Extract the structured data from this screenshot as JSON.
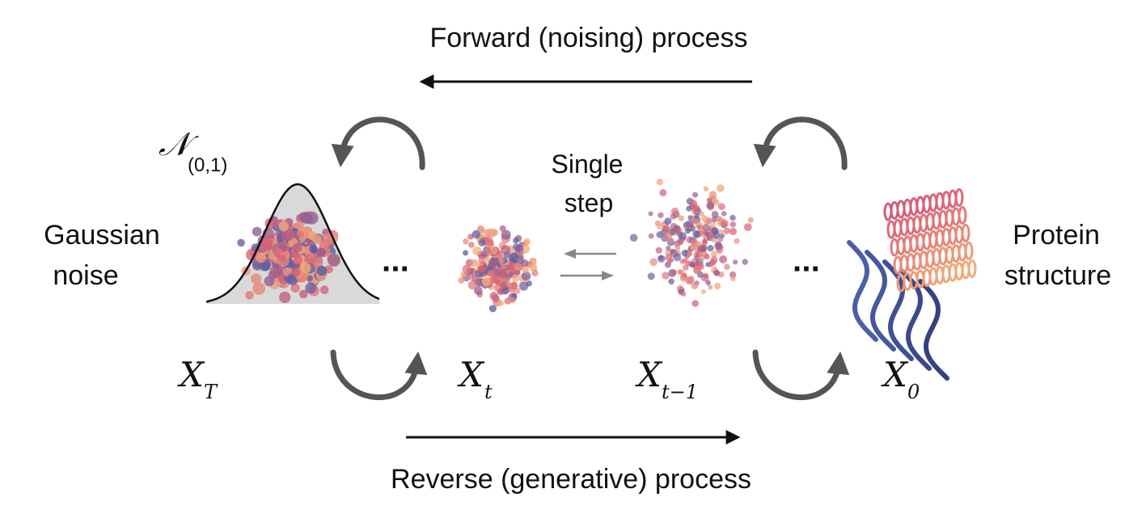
{
  "title_forward": "Forward (noising) process",
  "title_reverse": "Reverse (generative) process",
  "left_label": {
    "line1": "Gaussian",
    "line2": "noise"
  },
  "right_label": {
    "line1": "Protein",
    "line2": "structure"
  },
  "center_label": {
    "line1": "Single",
    "line2": "step"
  },
  "normal_dist": {
    "symbol": "𝒩",
    "params": "(0,1)"
  },
  "states": [
    {
      "base": "X",
      "sub": "T"
    },
    {
      "base": "X",
      "sub": "t"
    },
    {
      "base": "X",
      "sub": "t−1"
    },
    {
      "base": "X",
      "sub": "0"
    }
  ],
  "ellipsis": "···",
  "colors": {
    "arrow_main": "#111111",
    "arrow_cycle": "#555555",
    "arrow_step": "#888888",
    "protein_blue": "#4a5fa8",
    "protein_pink": "#d9607a",
    "protein_orange": "#f4b27a",
    "gaussian_fill": "#d9d9d9"
  }
}
